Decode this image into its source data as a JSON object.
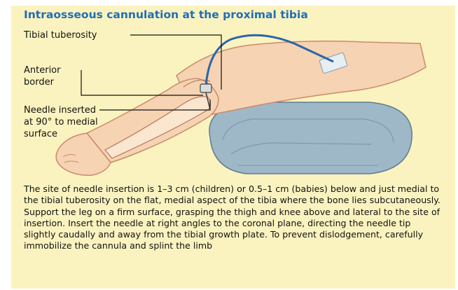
{
  "title": "Intraosseous cannulation at the proximal tibia",
  "labels": {
    "tibial_tuberosity": "Tibial tuberosity",
    "anterior_border_line1": "Anterior",
    "anterior_border_line2": "border",
    "needle_line1": "Needle inserted",
    "needle_line2": "at 90° to medial",
    "needle_line3": "surface"
  },
  "caption": "The site of needle insertion is 1–3 cm (children) or 0.5–1 cm (babies) below and just medial to the tibial tuberosity on the flat, medial aspect of the tibia where the bone lies subcutaneously. Support the leg on a firm surface, grasping the thigh and knee above and lateral to the site of insertion. Insert the needle at right angles to the coronal plane, directing the needle tip slightly caudally and away from the tibial growth plate. To prevent dislodgement, carefully immobilize the cannula and splint the limb",
  "colors": {
    "background": "#fbf3bf",
    "title": "#1f6fb5",
    "skin": "#f6d3b2",
    "skin_outline": "#c98a6b",
    "pillow": "#9fb8c8",
    "tubing": "#2b66a8",
    "tape": "#e8eef2"
  },
  "icons": [
    "leg-illustration",
    "support-pillow-illustration",
    "needle-illustration",
    "iv-tubing-illustration",
    "tape-illustration"
  ]
}
